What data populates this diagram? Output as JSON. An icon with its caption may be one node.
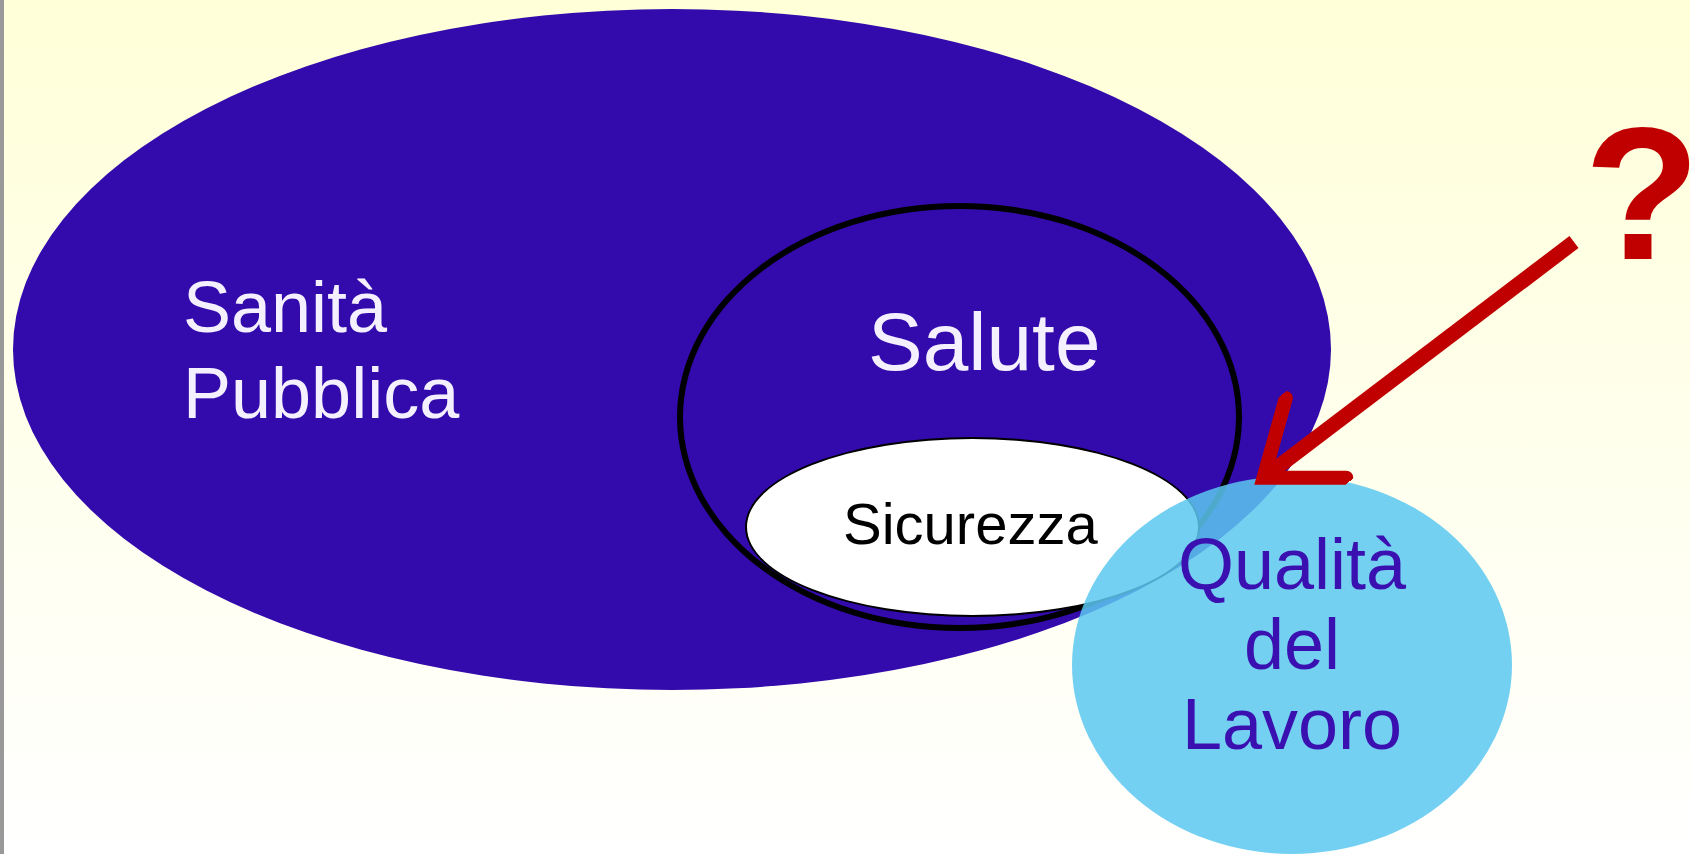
{
  "diagram": {
    "nodes": [
      {
        "text": [
          "Sanità Pubblica"
        ]
      },
      {
        "text": [
          "Salute"
        ],
        "in": 0
      },
      {
        "text": [
          "Sicurezza"
        ],
        "in": 1
      },
      {
        "text": [
          "Qualità del Lavoro"
        ]
      },
      {
        "text": [
          "?"
        ]
      }
    ],
    "edges": [
      {
        "from": 4,
        "to": 3,
        "arrow": "to"
      }
    ]
  }
}
